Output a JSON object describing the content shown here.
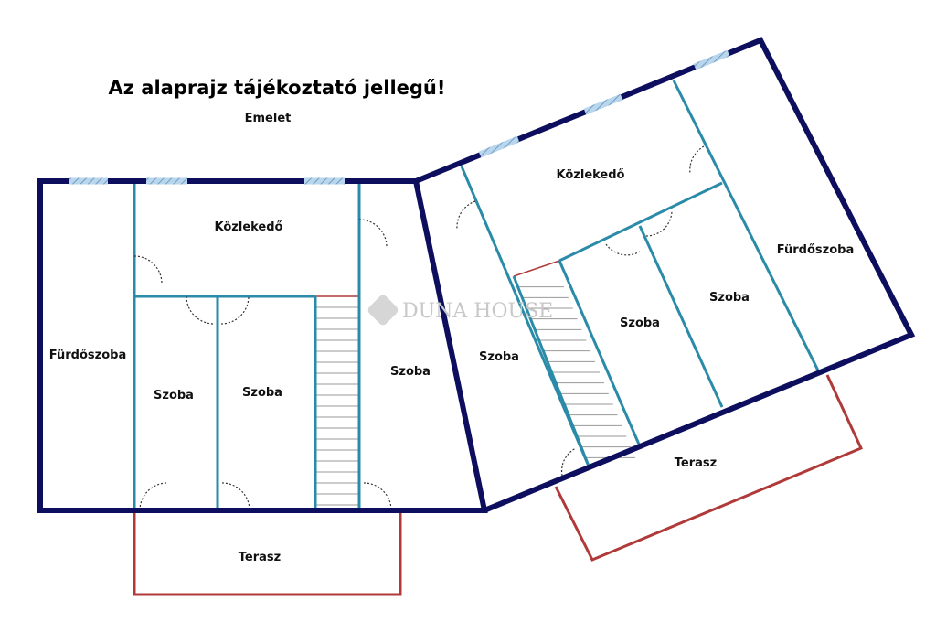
{
  "title": "Az alaprajz tájékoztató jellegű!",
  "floor": "Emelet",
  "watermark": "DUNA HOUSE",
  "colors": {
    "outer_wall": "#0d0f5e",
    "inner_wall": "#2a8ba8",
    "terrace": "#b03a3a",
    "window": "#9ec3e0"
  },
  "left_wing": {
    "rooms": [
      "Fürdőszoba",
      "Közlekedő",
      "Szoba",
      "Szoba",
      "Szoba"
    ],
    "terrace": "Terasz"
  },
  "right_wing": {
    "rooms": [
      "Közlekedő",
      "Szoba",
      "Szoba",
      "Szoba",
      "Fürdőszoba"
    ],
    "terrace": "Terasz"
  }
}
